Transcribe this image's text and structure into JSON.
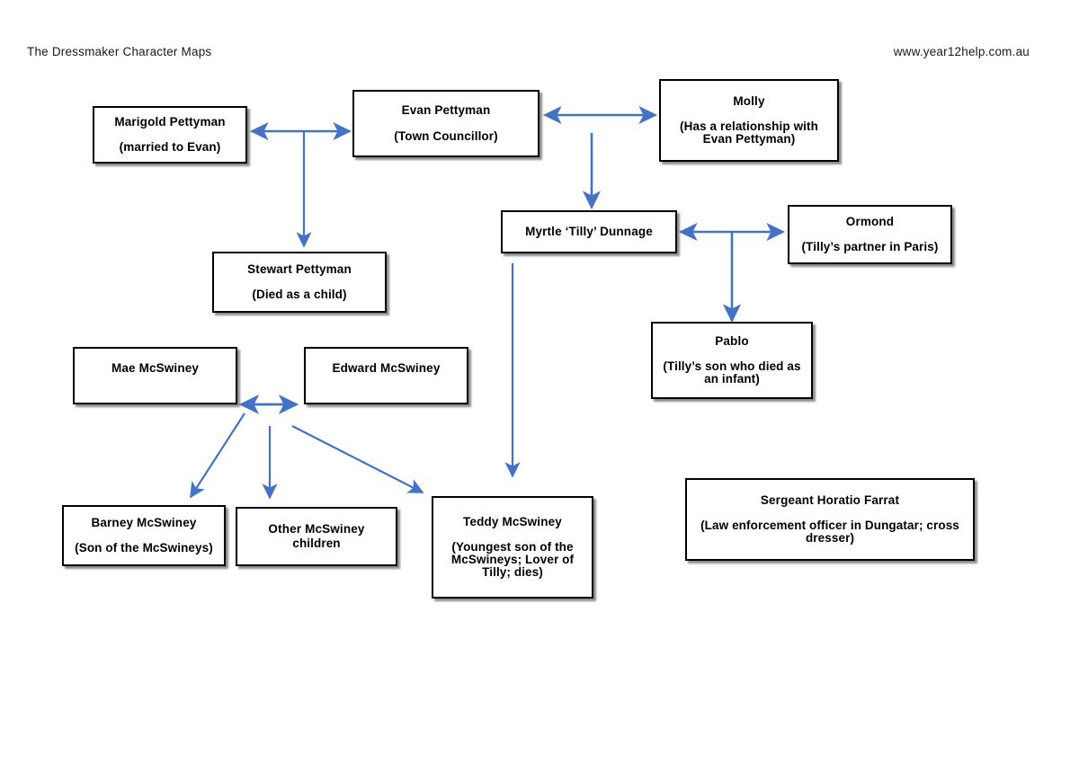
{
  "header": {
    "title": "The Dressmaker Character Maps",
    "site": "www.year12help.com.au"
  },
  "theme": {
    "arrow_color": "#4472C4",
    "box_border": "#000000",
    "background": "#FFFFFF",
    "text": "#000000"
  },
  "nodes": {
    "marigold": {
      "name": "Marigold Pettyman",
      "desc": "(married to Evan)"
    },
    "evan": {
      "name": "Evan Pettyman",
      "desc": "(Town Councillor)"
    },
    "molly": {
      "name": "Molly",
      "desc": "(Has a relationship with Evan Pettyman)"
    },
    "tilly": {
      "name": "Myrtle ‘Tilly’ Dunnage",
      "desc": ""
    },
    "ormond": {
      "name": "Ormond",
      "desc": "(Tilly’s partner in Paris)"
    },
    "pablo": {
      "name": "Pablo",
      "desc": "(Tilly’s son who died as an infant)"
    },
    "stewart": {
      "name": "Stewart Pettyman",
      "desc": "(Died as a child)"
    },
    "mae": {
      "name": "Mae McSwiney",
      "desc": ""
    },
    "edward": {
      "name": "Edward McSwiney",
      "desc": ""
    },
    "barney": {
      "name": "Barney McSwiney",
      "desc": "(Son of the McSwineys)"
    },
    "other": {
      "name": "Other McSwiney",
      "desc": "children"
    },
    "teddy": {
      "name": "Teddy McSwiney",
      "desc": "(Youngest son of the McSwineys; Lover of Tilly; dies)"
    },
    "farrat": {
      "name": "Sergeant Horatio Farrat",
      "desc": "(Law enforcement officer in Dungatar; cross dresser)"
    }
  },
  "connections": [
    {
      "from": "marigold",
      "to": "evan",
      "style": "double-arrow-horizontal"
    },
    {
      "from": "evan",
      "to": "molly",
      "style": "double-arrow-horizontal"
    },
    {
      "from": "evan",
      "to": "stewart",
      "style": "arrow-down"
    },
    {
      "from": "evan",
      "to": "tilly",
      "style": "arrow-down"
    },
    {
      "from": "tilly",
      "to": "ormond",
      "style": "double-arrow-horizontal"
    },
    {
      "from": "ormond",
      "to": "pablo",
      "style": "arrow-down"
    },
    {
      "from": "tilly",
      "to": "teddy",
      "style": "arrow-down"
    },
    {
      "from": "mae",
      "to": "edward",
      "style": "double-arrow-horizontal"
    },
    {
      "from": "mae-edward",
      "to": "barney",
      "style": "arrow-diagonal-left"
    },
    {
      "from": "mae-edward",
      "to": "other",
      "style": "arrow-down"
    },
    {
      "from": "mae-edward",
      "to": "teddy",
      "style": "arrow-diagonal-right"
    }
  ]
}
